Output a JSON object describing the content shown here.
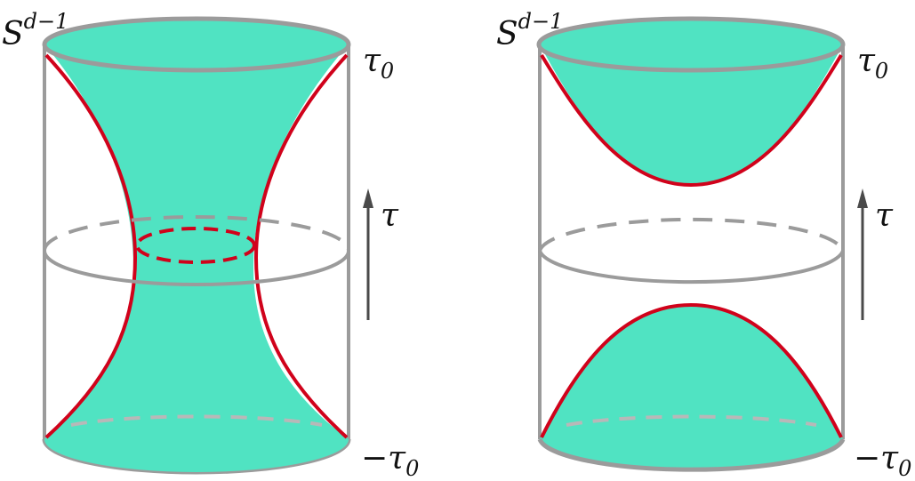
{
  "colors": {
    "fill": "#50E3C2",
    "red": "#D0021B",
    "gray": "#9B9B9B",
    "arrow": "#4A4A4A",
    "text": "#111111"
  },
  "panels": [
    {
      "id": "left",
      "shape": "connected-throat",
      "sphere_label": "S",
      "sphere_exponent": "d−1",
      "top_time_label": "τ",
      "top_time_subscript": "0",
      "bottom_time_label": "−τ",
      "bottom_time_subscript": "0",
      "time_axis_label": "τ"
    },
    {
      "id": "right",
      "shape": "disconnected-caps",
      "sphere_label": "S",
      "sphere_exponent": "d−1",
      "top_time_label": "τ",
      "top_time_subscript": "0",
      "bottom_time_label": "−τ",
      "bottom_time_subscript": "0",
      "time_axis_label": "τ"
    }
  ]
}
